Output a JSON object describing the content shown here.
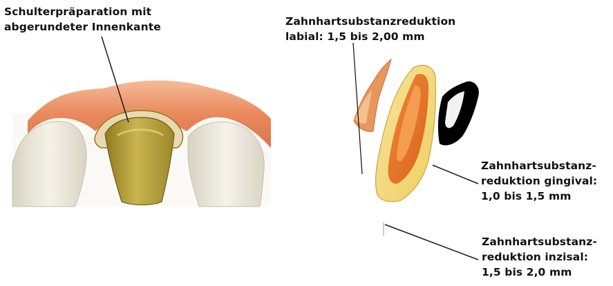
{
  "labels": {
    "shoulder": {
      "line1": "Schulterpräparation mit",
      "line2": "abgerundeter Innenkante"
    },
    "labial": {
      "line1": "Zahnhartsubstanzreduktion",
      "line2": "labial: 1,5 bis 2,00 mm"
    },
    "gingival": {
      "line1": "Zahnhartsubstanz-",
      "line2": "reduktion gingival:",
      "line3": "1,0 bis 1,5 mm"
    },
    "incisal": {
      "line1": "Zahnhartsubstanz-",
      "line2": "reduktion inzisal:",
      "line3": "1,5 bis 2,0 mm"
    }
  },
  "colors": {
    "gum": "#e9895c",
    "gum_light": "#f4b08a",
    "tooth": "#efeadc",
    "prepared_tooth": "#b9a239",
    "crown_outer": "#f3db7f",
    "crown_inner": "#e2772e",
    "line": "#1a1a1a"
  }
}
